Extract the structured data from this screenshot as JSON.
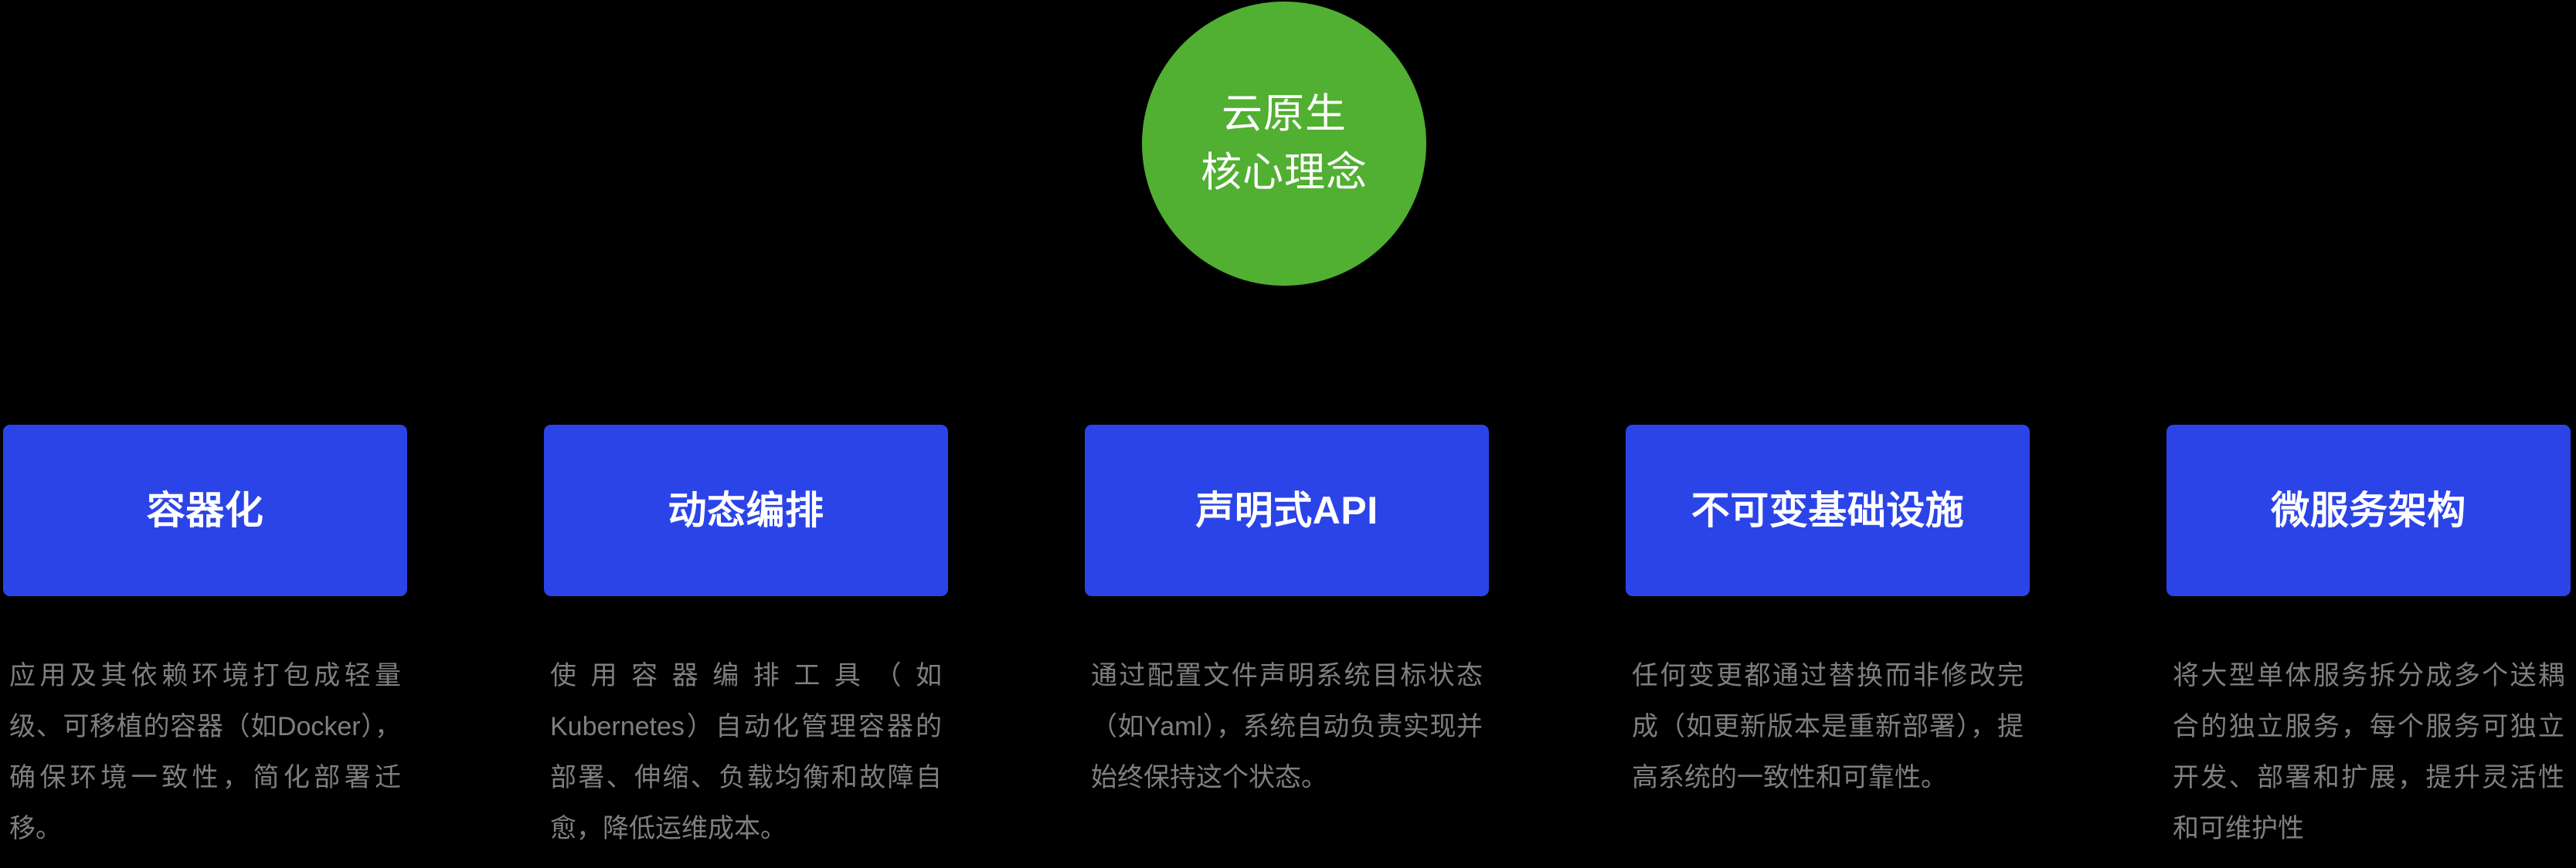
{
  "theme": {
    "background": "#000000",
    "hub_color": "#51AF32",
    "card_color": "#2B44E8",
    "card_title_color": "#FFFFFF",
    "description_color": "#7F7F7F"
  },
  "hub": {
    "line1": "云原生",
    "line2": "核心理念"
  },
  "pillars": [
    {
      "title": "容器化",
      "description": "应用及其依赖环境打包成轻量级、可移植的容器（如Docker），确保环境一致性，简化部署迁移。"
    },
    {
      "title": "动态编排",
      "description": "使用容器编排工具（如Kubernetes）自动化管理容器的部署、伸缩、负载均衡和故障自愈，降低运维成本。"
    },
    {
      "title": "声明式API",
      "description": "通过配置文件声明系统目标状态（如Yaml），系统自动负责实现并始终保持这个状态。"
    },
    {
      "title": "不可变基础设施",
      "description": "任何变更都通过替换而非修改完成（如更新版本是重新部署），提高系统的一致性和可靠性。"
    },
    {
      "title": "微服务架构",
      "description": "将大型单体服务拆分成多个送耦合的独立服务，每个服务可独立开发、部署和扩展，提升灵活性和可维护性"
    }
  ]
}
